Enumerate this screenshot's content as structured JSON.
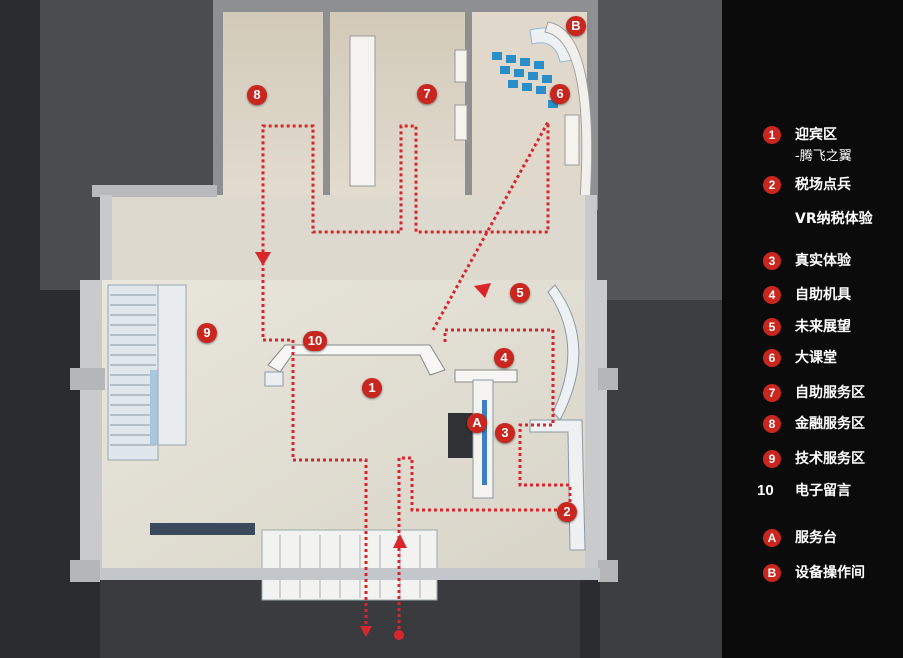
{
  "map": {
    "markers": [
      {
        "id": "1",
        "label": "1"
      },
      {
        "id": "2",
        "label": "2"
      },
      {
        "id": "3",
        "label": "3"
      },
      {
        "id": "4",
        "label": "4"
      },
      {
        "id": "5",
        "label": "5"
      },
      {
        "id": "6",
        "label": "6"
      },
      {
        "id": "7",
        "label": "7"
      },
      {
        "id": "8",
        "label": "8"
      },
      {
        "id": "9",
        "label": "9"
      },
      {
        "id": "10",
        "label": "10"
      },
      {
        "id": "A",
        "label": "A"
      },
      {
        "id": "B",
        "label": "B"
      }
    ],
    "route_color": "#d9262c",
    "marker_color": "#c8261e"
  },
  "legend": {
    "items": [
      {
        "num": "1",
        "text": "迎宾区",
        "sub": "-腾飞之翼"
      },
      {
        "num": "2",
        "text": "税场点兵"
      },
      {
        "num": "",
        "text": "VR纳税体验"
      },
      {
        "num": "3",
        "text": "真实体验"
      },
      {
        "num": "4",
        "text": "自助机具"
      },
      {
        "num": "5",
        "text": "未来展望"
      },
      {
        "num": "6",
        "text": "大课堂"
      },
      {
        "num": "7",
        "text": "自助服务区"
      },
      {
        "num": "8",
        "text": "金融服务区"
      },
      {
        "num": "9",
        "text": "技术服务区"
      },
      {
        "num": "10",
        "text": "电子留言"
      },
      {
        "num": "A",
        "text": "服务台"
      },
      {
        "num": "B",
        "text": "设备操作间"
      }
    ]
  }
}
